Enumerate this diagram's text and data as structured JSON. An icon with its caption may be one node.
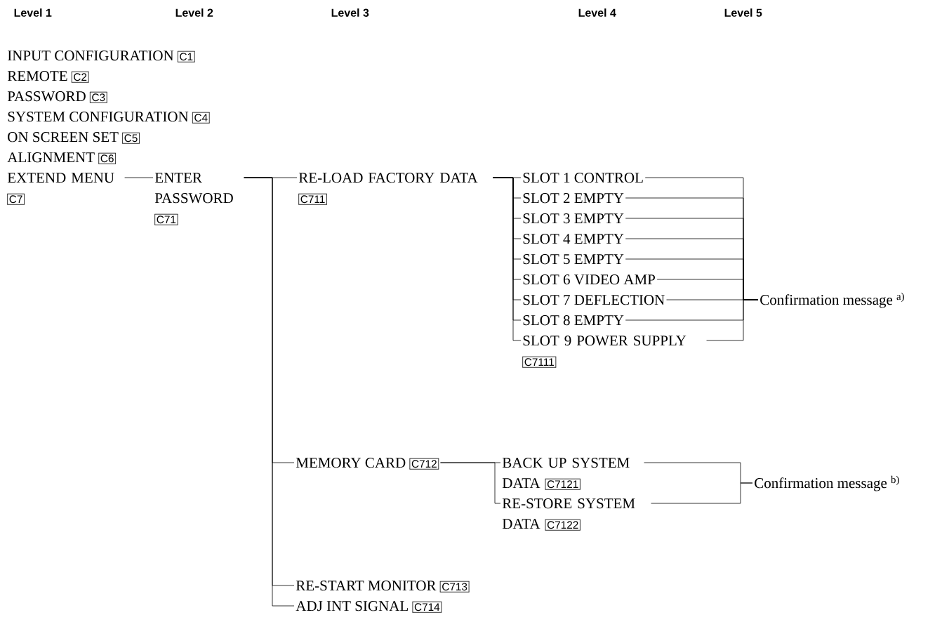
{
  "diagram": {
    "nodes": [
      {
        "text": [
          "INPUT CONFIGURATION",
          "C1"
        ]
      },
      {
        "text": [
          "REMOTE",
          "C2"
        ]
      },
      {
        "text": [
          "PASSWORD",
          "C3"
        ]
      },
      {
        "text": [
          "SYSTEM CONFIGURATION",
          "C4"
        ]
      },
      {
        "text": [
          "ON SCREEN SET",
          "C5"
        ]
      },
      {
        "text": [
          "ALIGNMENT",
          "C6"
        ]
      },
      {
        "text": [
          "EXTEND MENU",
          "C7"
        ]
      },
      {
        "text": [
          "ENTER PASSWORD",
          "C71"
        ]
      },
      {
        "text": [
          "RE-LOAD FACTORY DATA",
          "C711"
        ]
      },
      {
        "text": [
          "SLOT 1 CONTROL"
        ]
      },
      {
        "text": [
          "SLOT 2 EMPTY"
        ]
      },
      {
        "text": [
          "SLOT 3 EMPTY"
        ]
      },
      {
        "text": [
          "SLOT 4 EMPTY"
        ]
      },
      {
        "text": [
          "SLOT 5 EMPTY"
        ]
      },
      {
        "text": [
          "SLOT 6 VIDEO AMP"
        ]
      },
      {
        "text": [
          "SLOT 7 DEFLECTION"
        ]
      },
      {
        "text": [
          "SLOT 8 EMPTY"
        ]
      },
      {
        "text": [
          "SLOT 9 POWER SUPPLY",
          "C7111"
        ]
      },
      {
        "text": [
          "Confirmation message $^{a)}$"
        ]
      },
      {
        "text": [
          "MEMORY CARD",
          "C712"
        ]
      },
      {
        "text": [
          "BACK UP SYSTEM DATA",
          "C7121"
        ]
      },
      {
        "text": [
          "RE-STORE SYSTEM DATA",
          "C7122"
        ]
      },
      {
        "text": [
          "Confirmation message $^{b)}$"
        ]
      },
      {
        "text": [
          "RE-START MONITOR",
          "C713"
        ]
      },
      {
        "text": [
          "ADJ INT SIGNAL",
          "C714"
        ]
      }
    ],
    "edges": [
      {
        "from": 6,
        "to": 7,
        "arrow": "none"
      },
      {
        "from": 7,
        "to": 8,
        "arrow": "none"
      },
      {
        "from": 7,
        "to": 19,
        "arrow": "none"
      },
      {
        "from": 7,
        "to": 23,
        "arrow": "none"
      },
      {
        "from": 7,
        "to": 24,
        "arrow": "none"
      },
      {
        "from": 8,
        "to": 9,
        "arrow": "none"
      },
      {
        "from": 8,
        "to": 10,
        "arrow": "none"
      },
      {
        "from": 8,
        "to": 11,
        "arrow": "none"
      },
      {
        "from": 8,
        "to": 12,
        "arrow": "none"
      },
      {
        "from": 8,
        "to": 13,
        "arrow": "none"
      },
      {
        "from": 8,
        "to": 14,
        "arrow": "none"
      },
      {
        "from": 8,
        "to": 15,
        "arrow": "none"
      },
      {
        "from": 8,
        "to": 16,
        "arrow": "none"
      },
      {
        "from": 8,
        "to": 17,
        "arrow": "none"
      },
      {
        "from": 9,
        "to": 18,
        "arrow": "none"
      },
      {
        "from": 10,
        "to": 18,
        "arrow": "none"
      },
      {
        "from": 11,
        "to": 18,
        "arrow": "none"
      },
      {
        "from": 12,
        "to": 18,
        "arrow": "none"
      },
      {
        "from": 13,
        "to": 18,
        "arrow": "none"
      },
      {
        "from": 14,
        "to": 18,
        "arrow": "none"
      },
      {
        "from": 15,
        "to": 18,
        "arrow": "none"
      },
      {
        "from": 16,
        "to": 18,
        "arrow": "none"
      },
      {
        "from": 17,
        "to": 18,
        "arrow": "none"
      },
      {
        "from": 19,
        "to": 20,
        "arrow": "none"
      },
      {
        "from": 19,
        "to": 21,
        "arrow": "none"
      },
      {
        "from": 20,
        "to": 22,
        "arrow": "none"
      },
      {
        "from": 21,
        "to": 22,
        "arrow": "none"
      }
    ],
    "labels": [
      "Level 1",
      "Level 2",
      "Level 3",
      "Level 4",
      "Level 5"
    ]
  }
}
